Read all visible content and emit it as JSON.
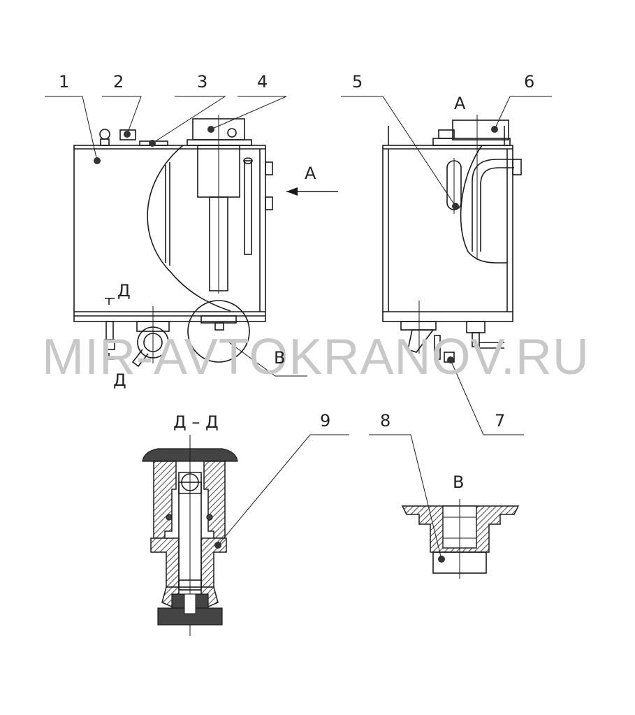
{
  "callouts": [
    "1",
    "2",
    "3",
    "4",
    "5",
    "6",
    "7",
    "8",
    "9"
  ],
  "view_labels": {
    "view_a_top": "A",
    "view_a_arrow": "A",
    "view_b_circle": "B",
    "view_b_detail": "B",
    "section_title": "Д – Д",
    "section_mark_top": "Д",
    "section_mark_bottom": "Д"
  },
  "watermark": "MIR-AVTOKRANOV.RU"
}
